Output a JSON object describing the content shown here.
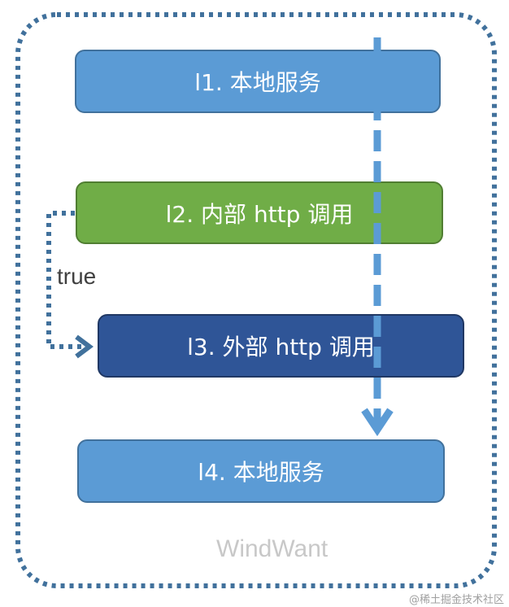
{
  "boxes": {
    "l1": "l1. 本地服务",
    "l2": "l2. 内部 http 调用",
    "l3": "l3. 外部 http 调用",
    "l4": "l4. 本地服务"
  },
  "branch_label": "true",
  "container_label": "WindWant",
  "credit": "@稀土掘金技术社区",
  "colors": {
    "local_service": "#5b9bd5",
    "internal_http": "#70ad47",
    "external_http": "#2f5597",
    "dotted_line": "#41719c",
    "flow_arrow": "#5b9bd5"
  }
}
